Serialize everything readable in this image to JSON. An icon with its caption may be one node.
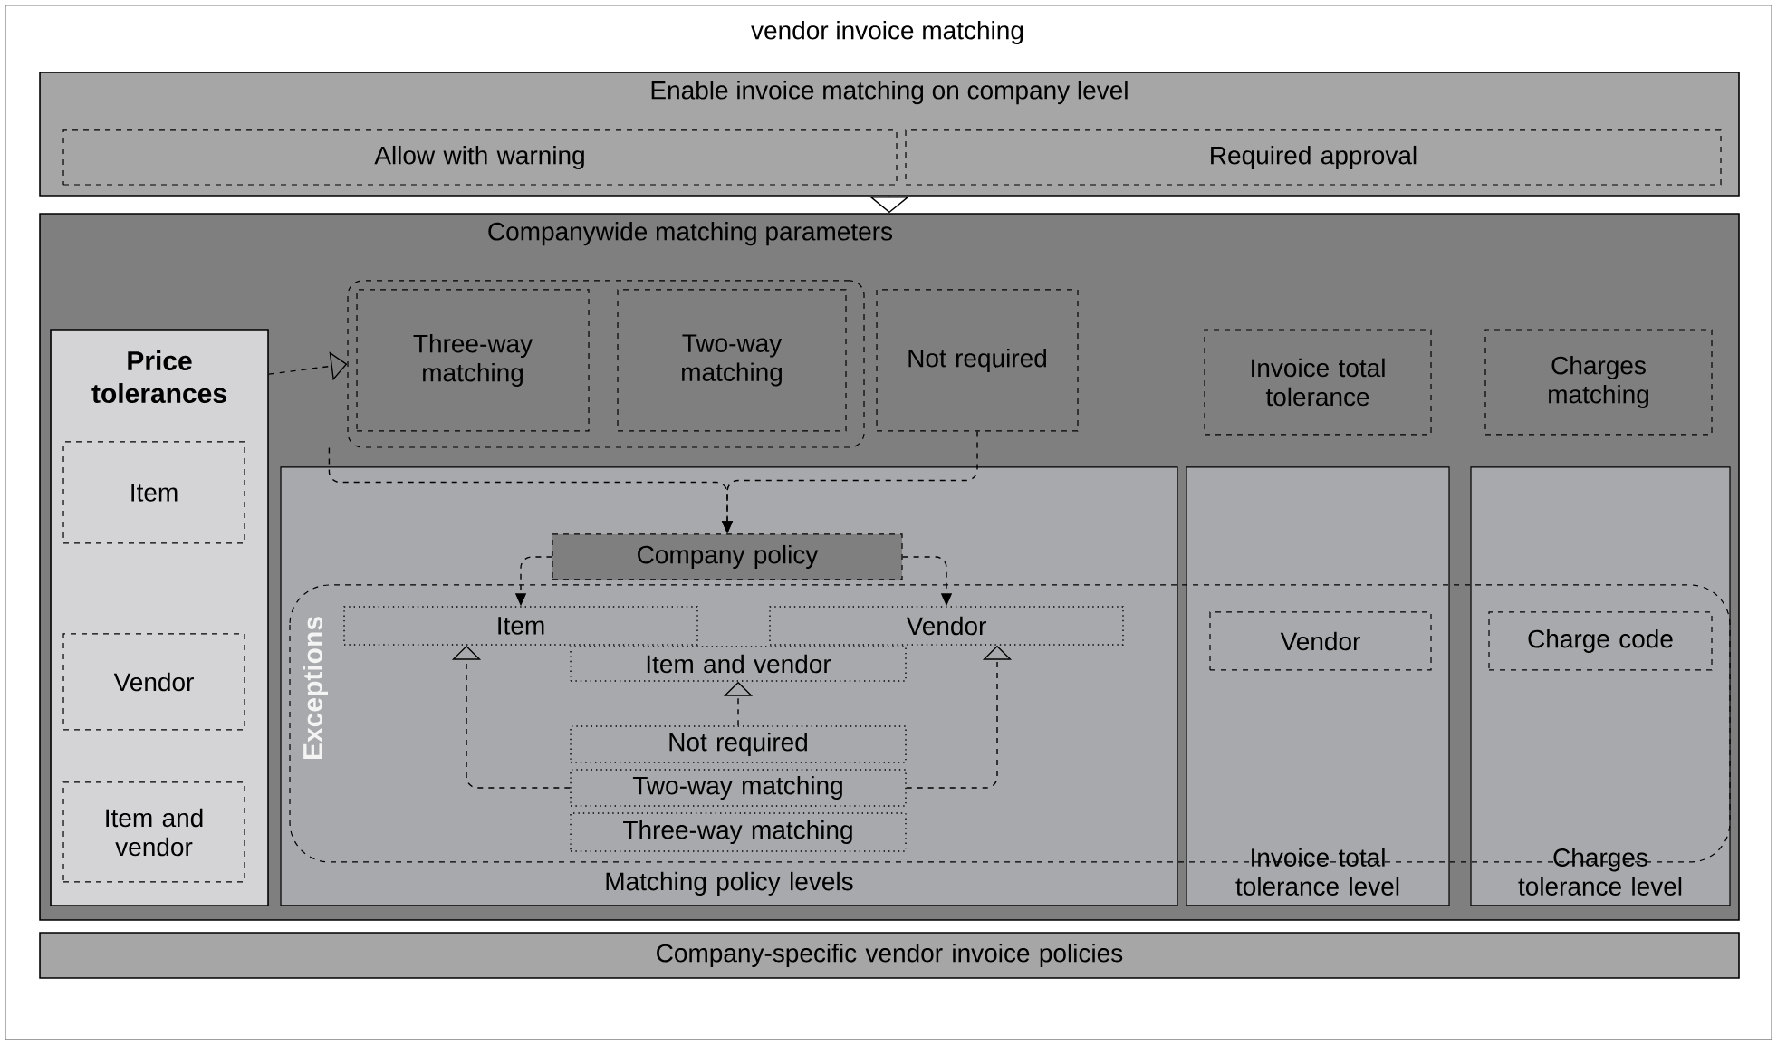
{
  "diagram": {
    "title": "vendor invoice matching",
    "nodes": [
      {
        "text": [
          "Enable invoice matching on company level"
        ]
      },
      {
        "text": [
          "Allow with warning"
        ],
        "in": 0
      },
      {
        "text": [
          "Required approval"
        ],
        "in": 0
      },
      {
        "text": [
          "Companywide matching parameters"
        ]
      },
      {
        "text": [
          "Price tolerances"
        ],
        "in": 3
      },
      {
        "text": [
          "Item"
        ],
        "in": 4
      },
      {
        "text": [
          "Vendor"
        ],
        "in": 4
      },
      {
        "text": [
          "Item and vendor"
        ],
        "in": 4
      },
      {
        "text": [],
        "shape": "box",
        "in": 3
      },
      {
        "text": [
          "Three-way matching"
        ],
        "in": 8
      },
      {
        "text": [
          "Two-way matching"
        ],
        "in": 8
      },
      {
        "text": [
          "Not required"
        ],
        "in": 3
      },
      {
        "text": [
          "Invoice total tolerance"
        ],
        "in": 3
      },
      {
        "text": [
          "Charges matching"
        ],
        "in": 3
      },
      {
        "text": [
          "Matching policy levels"
        ],
        "in": 3
      },
      {
        "text": [
          "Company policy"
        ],
        "in": 14
      },
      {
        "text": [
          "Item"
        ],
        "in": 14
      },
      {
        "text": [
          "Vendor"
        ],
        "in": 14
      },
      {
        "text": [
          "Item and vendor"
        ],
        "in": 14
      },
      {
        "text": [
          "Not required"
        ],
        "in": 14
      },
      {
        "text": [
          "Two-way matching"
        ],
        "in": 14
      },
      {
        "text": [
          "Three-way matching"
        ],
        "in": 14
      },
      {
        "text": [
          "Invoice total tolerance level"
        ],
        "in": 3
      },
      {
        "text": [
          "Vendor"
        ],
        "in": 22
      },
      {
        "text": [
          "Charges tolerance level"
        ],
        "in": 3
      },
      {
        "text": [
          "Charge code"
        ],
        "in": 24
      },
      {
        "text": [
          "Company-specific vendor invoice policies"
        ]
      }
    ],
    "edges": [
      {
        "from": 0,
        "to": 3,
        "arrow": "to"
      },
      {
        "from": 4,
        "to": 8,
        "arrow": "to",
        "style": "dashed"
      },
      {
        "from": 8,
        "to": 15,
        "arrow": "to",
        "style": "dashed"
      },
      {
        "from": 11,
        "to": 15,
        "arrow": "to",
        "style": "dashed"
      },
      {
        "from": 15,
        "to": 16,
        "arrow": "to",
        "style": "dashed"
      },
      {
        "from": 15,
        "to": 17,
        "arrow": "to",
        "style": "dashed"
      },
      {
        "from": 19,
        "to": 18,
        "arrow": "to",
        "style": "dashed"
      },
      {
        "from": 20,
        "to": 16,
        "arrow": "to",
        "style": "dashed"
      },
      {
        "from": 20,
        "to": 17,
        "arrow": "to",
        "style": "dashed"
      }
    ],
    "labels": [
      "Exceptions"
    ]
  }
}
